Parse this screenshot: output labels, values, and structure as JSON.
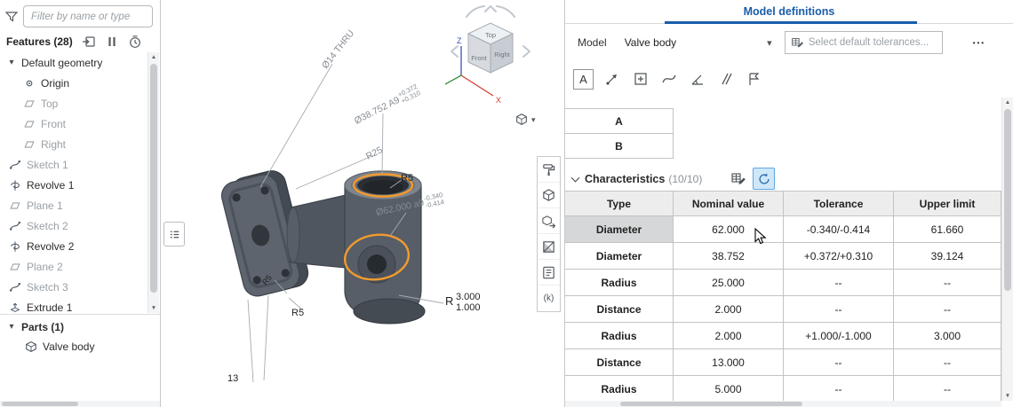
{
  "left_panel": {
    "filter_placeholder": "Filter by name or type",
    "features_header": "Features (28)",
    "tree": {
      "default_geometry": "Default geometry",
      "origin": "Origin",
      "top": "Top",
      "front": "Front",
      "right": "Right",
      "sketch1": "Sketch 1",
      "revolve1": "Revolve 1",
      "plane1": "Plane 1",
      "sketch2": "Sketch 2",
      "revolve2": "Revolve 2",
      "plane2": "Plane 2",
      "sketch3": "Sketch 3",
      "extrude1": "Extrude 1"
    },
    "parts_header": "Parts (1)",
    "part_name": "Valve body"
  },
  "viewport": {
    "cube": {
      "top": "Top",
      "front": "Front",
      "right": "Right",
      "z": "Z",
      "x": "X"
    },
    "annotations": {
      "thru": "Ø14 THRU",
      "dia38": "Ø38.752 A9",
      "dia38_upper": "+0.372",
      "dia38_lower": "+0.310",
      "r25": "R25",
      "r5_top": "R5",
      "dia62": "Ø62.000 a9",
      "dia62_upper": "-0.340",
      "dia62_lower": "-0.414",
      "r5_left": "R5",
      "radius_r": "R",
      "radius_upper": "3.000",
      "radius_lower": "1.000",
      "r5_mid": "R5",
      "dim13": "13"
    }
  },
  "right_panel": {
    "title": "Model definitions",
    "model_label": "Model",
    "model_value": "Valve body",
    "tolerance_placeholder": "Select default tolerances...",
    "datum_a": "A",
    "datum_b": "B",
    "characteristics_title": "Characteristics",
    "characteristics_count": "(10/10)",
    "table": {
      "headers": [
        "Type",
        "Nominal value",
        "Tolerance",
        "Upper limit"
      ],
      "rows": [
        [
          "Diameter",
          "62.000",
          "-0.340/-0.414",
          "61.660"
        ],
        [
          "Diameter",
          "38.752",
          "+0.372/+0.310",
          "39.124"
        ],
        [
          "Radius",
          "25.000",
          "--",
          "--"
        ],
        [
          "Distance",
          "2.000",
          "--",
          "--"
        ],
        [
          "Radius",
          "2.000",
          "+1.000/-1.000",
          "3.000"
        ],
        [
          "Distance",
          "13.000",
          "--",
          "--"
        ],
        [
          "Radius",
          "5.000",
          "--",
          "--"
        ]
      ]
    }
  },
  "icons": {
    "caret_down": "▾",
    "select_caret": "▾",
    "more_options": "•••",
    "text_tool": "A",
    "function_glyph": "(k)",
    "scroll_up": "▲",
    "scroll_down": "▼"
  },
  "colors": {
    "accent_blue": "#1a5dab",
    "highlight_orange": "#f39b2d",
    "selected_cell": "#d6d7d8",
    "icon_highlight_bg": "#cfe7f9"
  }
}
